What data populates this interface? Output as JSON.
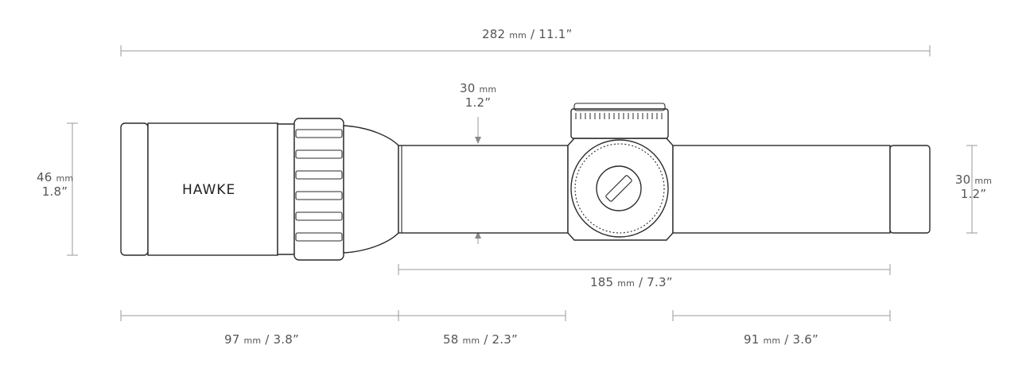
{
  "dimensions": {
    "overall": {
      "value": "282",
      "unit": "mm",
      "imperial": "11.1”"
    },
    "objective_dia": {
      "value": "46",
      "unit": "mm",
      "imperial": "1.8”"
    },
    "tube_dia_center": {
      "value": "30",
      "unit": "mm",
      "imperial": "1.2”"
    },
    "tube_dia_right": {
      "value": "30",
      "unit": "mm",
      "imperial": "1.2”"
    },
    "tube_length": {
      "value": "185",
      "unit": "mm",
      "imperial": "7.3”"
    },
    "objective_section": {
      "value": "97",
      "unit": "mm",
      "imperial": "3.8”"
    },
    "mid_section": {
      "value": "58",
      "unit": "mm",
      "imperial": "2.3”"
    },
    "eyepiece_section": {
      "value": "91",
      "unit": "mm",
      "imperial": "3.6”"
    }
  },
  "brand": "HAWKE"
}
